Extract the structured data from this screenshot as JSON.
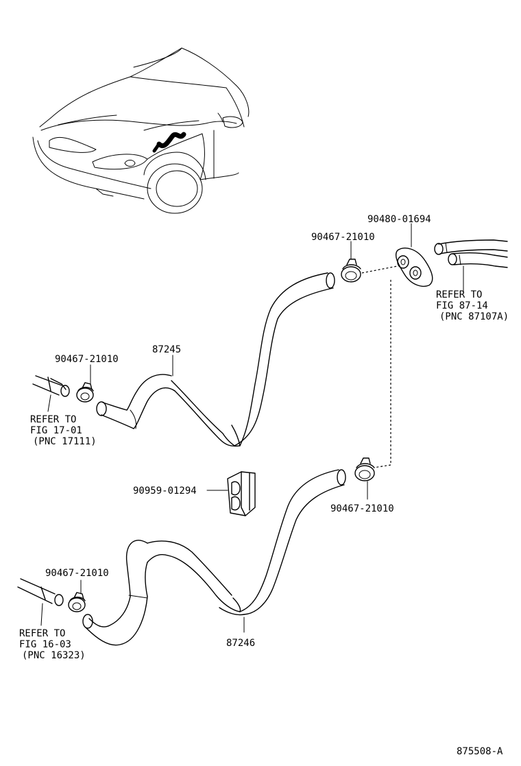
{
  "diagram_id": "875508-A",
  "parts": [
    {
      "id": "hose_upper",
      "number": "87245"
    },
    {
      "id": "hose_lower",
      "number": "87246"
    },
    {
      "id": "grommet",
      "number": "90480-01694"
    },
    {
      "id": "clamp_upper_right",
      "number": "90467-21010"
    },
    {
      "id": "clamp_upper_left",
      "number": "90467-21010"
    },
    {
      "id": "clamp_lower_right",
      "number": "90467-21010"
    },
    {
      "id": "clamp_lower_left",
      "number": "90467-21010"
    },
    {
      "id": "clip",
      "number": "90959-01294"
    }
  ],
  "references": {
    "upper_right": {
      "line1": "REFER TO",
      "line2": "FIG 87-14",
      "line3": "(PNC 87107A)"
    },
    "upper_left": {
      "line1": "REFER TO",
      "line2": "FIG 17-01",
      "line3": "(PNC 17111)"
    },
    "lower_left": {
      "line1": "REFER TO",
      "line2": "FIG 16-03",
      "line3": "(PNC 16323)"
    }
  },
  "colors": {
    "ink": "#000000",
    "paper": "#ffffff"
  }
}
